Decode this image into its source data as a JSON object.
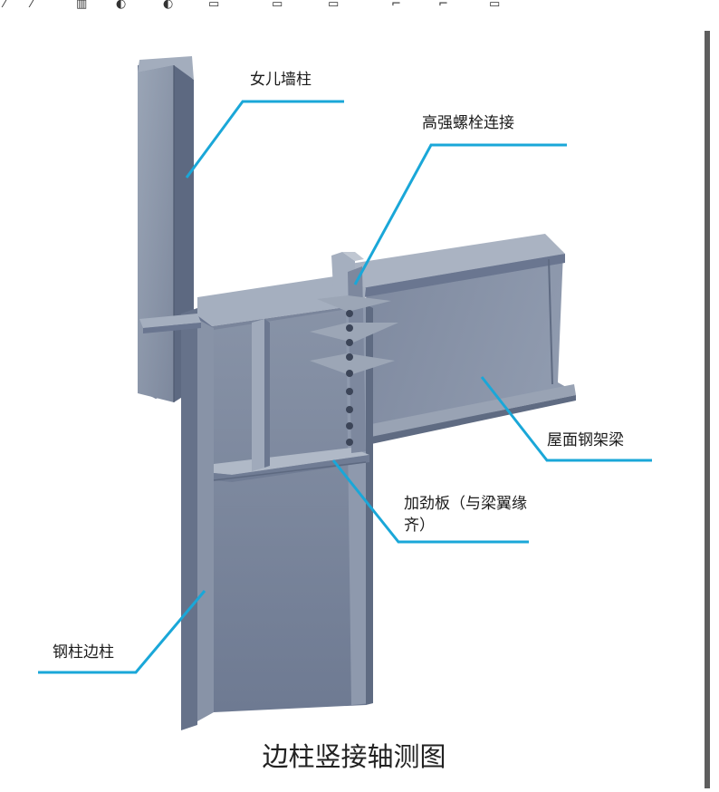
{
  "caption": "边柱竖接轴测图",
  "labels": {
    "parapet_column": "女儿墙柱",
    "high_strength_bolt": "高强螺栓连接",
    "roof_steel_beam": "屋面钢架梁",
    "stiffener_plate": "加劲板（与梁翼缘齐）",
    "edge_steel_column": "钢柱边柱"
  },
  "colors": {
    "steel_light": "#8e99ab",
    "steel_mid": "#75819a",
    "steel_dark": "#5c6880",
    "leader": "#1aa7d8"
  },
  "icons": [
    "toolbar-icon-row"
  ]
}
